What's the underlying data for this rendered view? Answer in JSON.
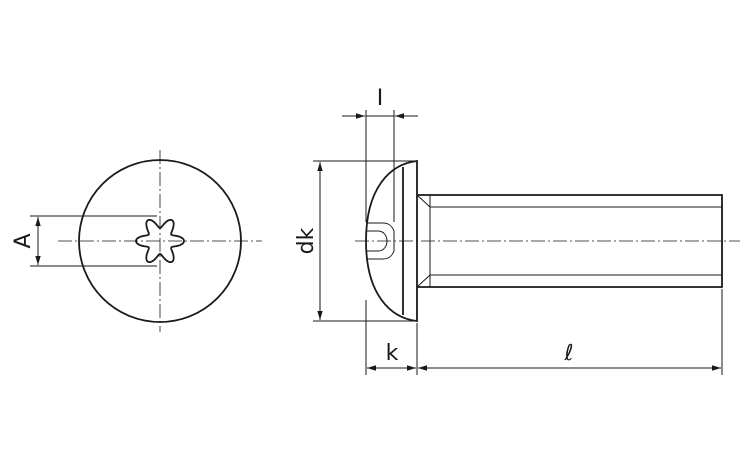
{
  "labels": {
    "A": "A",
    "I": "I",
    "dk": "dk",
    "k": "k",
    "l": "ℓ"
  }
}
